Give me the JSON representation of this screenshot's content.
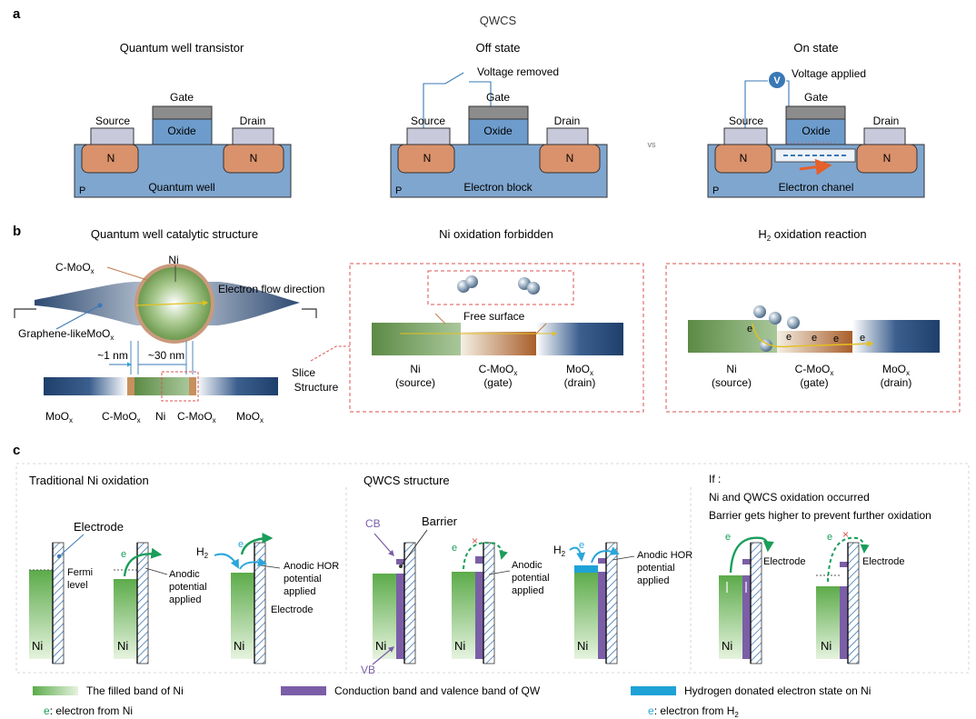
{
  "panel_a": {
    "letter": "a",
    "header": "QWCS",
    "transistor": {
      "title": "Quantum well transistor",
      "gate": "Gate",
      "oxide": "Oxide",
      "source": "Source",
      "drain": "Drain",
      "n": "N",
      "p": "P",
      "channel": "Quantum well"
    },
    "off": {
      "title": "Off state",
      "voltage": "Voltage removed",
      "gate": "Gate",
      "oxide": "Oxide",
      "source": "Source",
      "drain": "Drain",
      "n": "N",
      "p": "P",
      "channel": "Electron block"
    },
    "vs": "vs",
    "on": {
      "title": "On state",
      "voltage": "Voltage applied",
      "meter": "V",
      "gate": "Gate",
      "oxide": "Oxide",
      "source": "Source",
      "drain": "Drain",
      "n": "N",
      "p": "P",
      "channel": "Electron chanel"
    }
  },
  "panel_b": {
    "letter": "b",
    "structure": {
      "title": "Quantum well catalytic structure",
      "cmoox": "C-MoO",
      "ni": "Ni",
      "flow": "Electron flow direction",
      "graphene": "Graphene-likeMoO",
      "nm1": "~1 nm",
      "nm30": "~30 nm",
      "slice1": "Slice",
      "slice2": "Structure",
      "bottom": [
        "MoO",
        "C-MoO",
        "Ni",
        "C-MoO",
        "MoO"
      ],
      "sub": "x"
    },
    "forbidden": {
      "title": "Ni oxidation forbidden",
      "free": "Free surface",
      "labels": [
        {
          "top": "Ni",
          "bot": "(source)"
        },
        {
          "top": "C-MoO",
          "bot": "(gate)"
        },
        {
          "top": "MoO",
          "bot": "(drain)"
        }
      ]
    },
    "h2": {
      "title_main": "H",
      "title_sub": "2",
      "title_rest": " oxidation reaction",
      "e": "e",
      "labels": [
        {
          "top": "Ni",
          "bot": "(source)"
        },
        {
          "top": "C-MoO",
          "bot": "(gate)"
        },
        {
          "top": "MoO",
          "bot": "(drain)"
        }
      ]
    }
  },
  "panel_c": {
    "letter": "c",
    "trad": {
      "title": "Traditional Ni oxidation",
      "electrode": "Electrode",
      "fermi1": "Fermi",
      "fermi2": "level",
      "anodic": [
        "Anodic",
        "potential",
        "applied"
      ],
      "hor": [
        "Anodic HOR",
        "potential",
        "applied"
      ],
      "electrode2": "Electrode",
      "h2": "H",
      "h2sub": "2",
      "ni": "Ni",
      "e": "e"
    },
    "qwcs": {
      "title": "QWCS structure",
      "cb": "CB",
      "vb": "VB",
      "barrier": "Barrier",
      "anodic": [
        "Anodic",
        "potential",
        "applied"
      ],
      "hor": [
        "Anodic HOR",
        "potential",
        "applied"
      ],
      "h2": "H",
      "h2sub": "2",
      "ni": "Ni",
      "e": "e"
    },
    "if": {
      "line1": "If :",
      "line2": "Ni and QWCS oxidation occurred",
      "line3": "Barrier gets higher to prevent further oxidation",
      "electrode": "Electrode",
      "ni": "Ni",
      "e": "e"
    },
    "legend": {
      "green": "The filled band of Ni",
      "purple": "Conduction band and valence band of QW",
      "blue": "Hydrogen donated electron state on Ni",
      "e_ni": ": electron from Ni",
      "e_h2": ": electron from H",
      "h2sub": "2",
      "e": "e"
    }
  },
  "colors": {
    "substrate": "#7fa6cf",
    "n_region": "#d9926b",
    "oxide": "#6d9ccc",
    "metal": "#c9c9dc",
    "gate_metal": "#8c8c8c",
    "ni_green": "#6aa84f",
    "qw_purple": "#7b5ea7",
    "h_blue": "#1fa2d6",
    "dashed_red": "#d9534f",
    "arrow_green": "#1a9e5a",
    "arrow_blue": "#2aa6dc"
  }
}
